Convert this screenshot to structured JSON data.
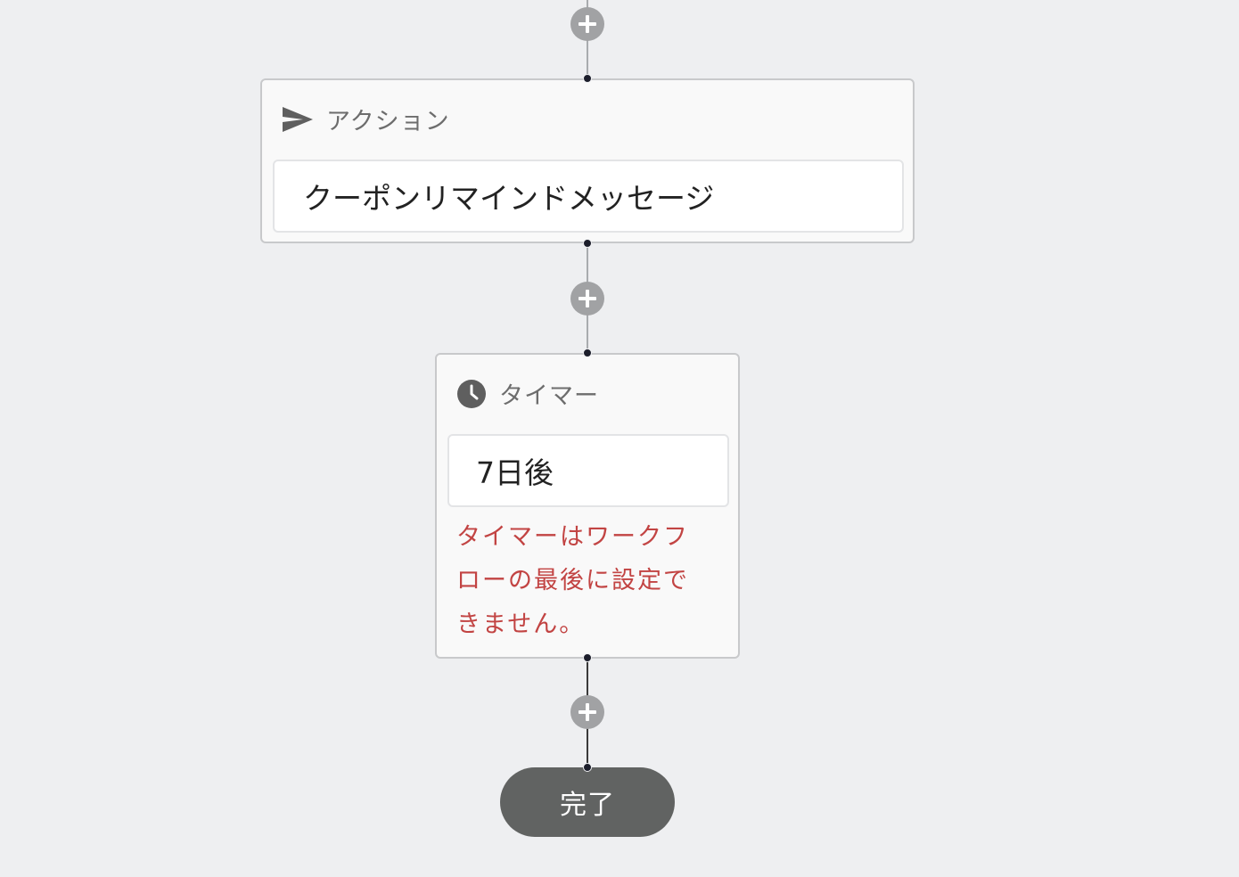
{
  "workflow": {
    "action_node": {
      "type_label": "アクション",
      "type_icon": "send-icon",
      "value": "クーポンリマインドメッセージ"
    },
    "timer_node": {
      "type_label": "タイマー",
      "type_icon": "clock-icon",
      "value": "7日後",
      "error_lines": [
        "タイマーはワークフ",
        "ローの最後に設定で",
        "きません。"
      ]
    },
    "end_node": {
      "label": "完了"
    }
  },
  "colors": {
    "background": "#eeeff1",
    "error": "#c24443",
    "end_pill": "#616362",
    "add_button": "#a1a2a4"
  }
}
